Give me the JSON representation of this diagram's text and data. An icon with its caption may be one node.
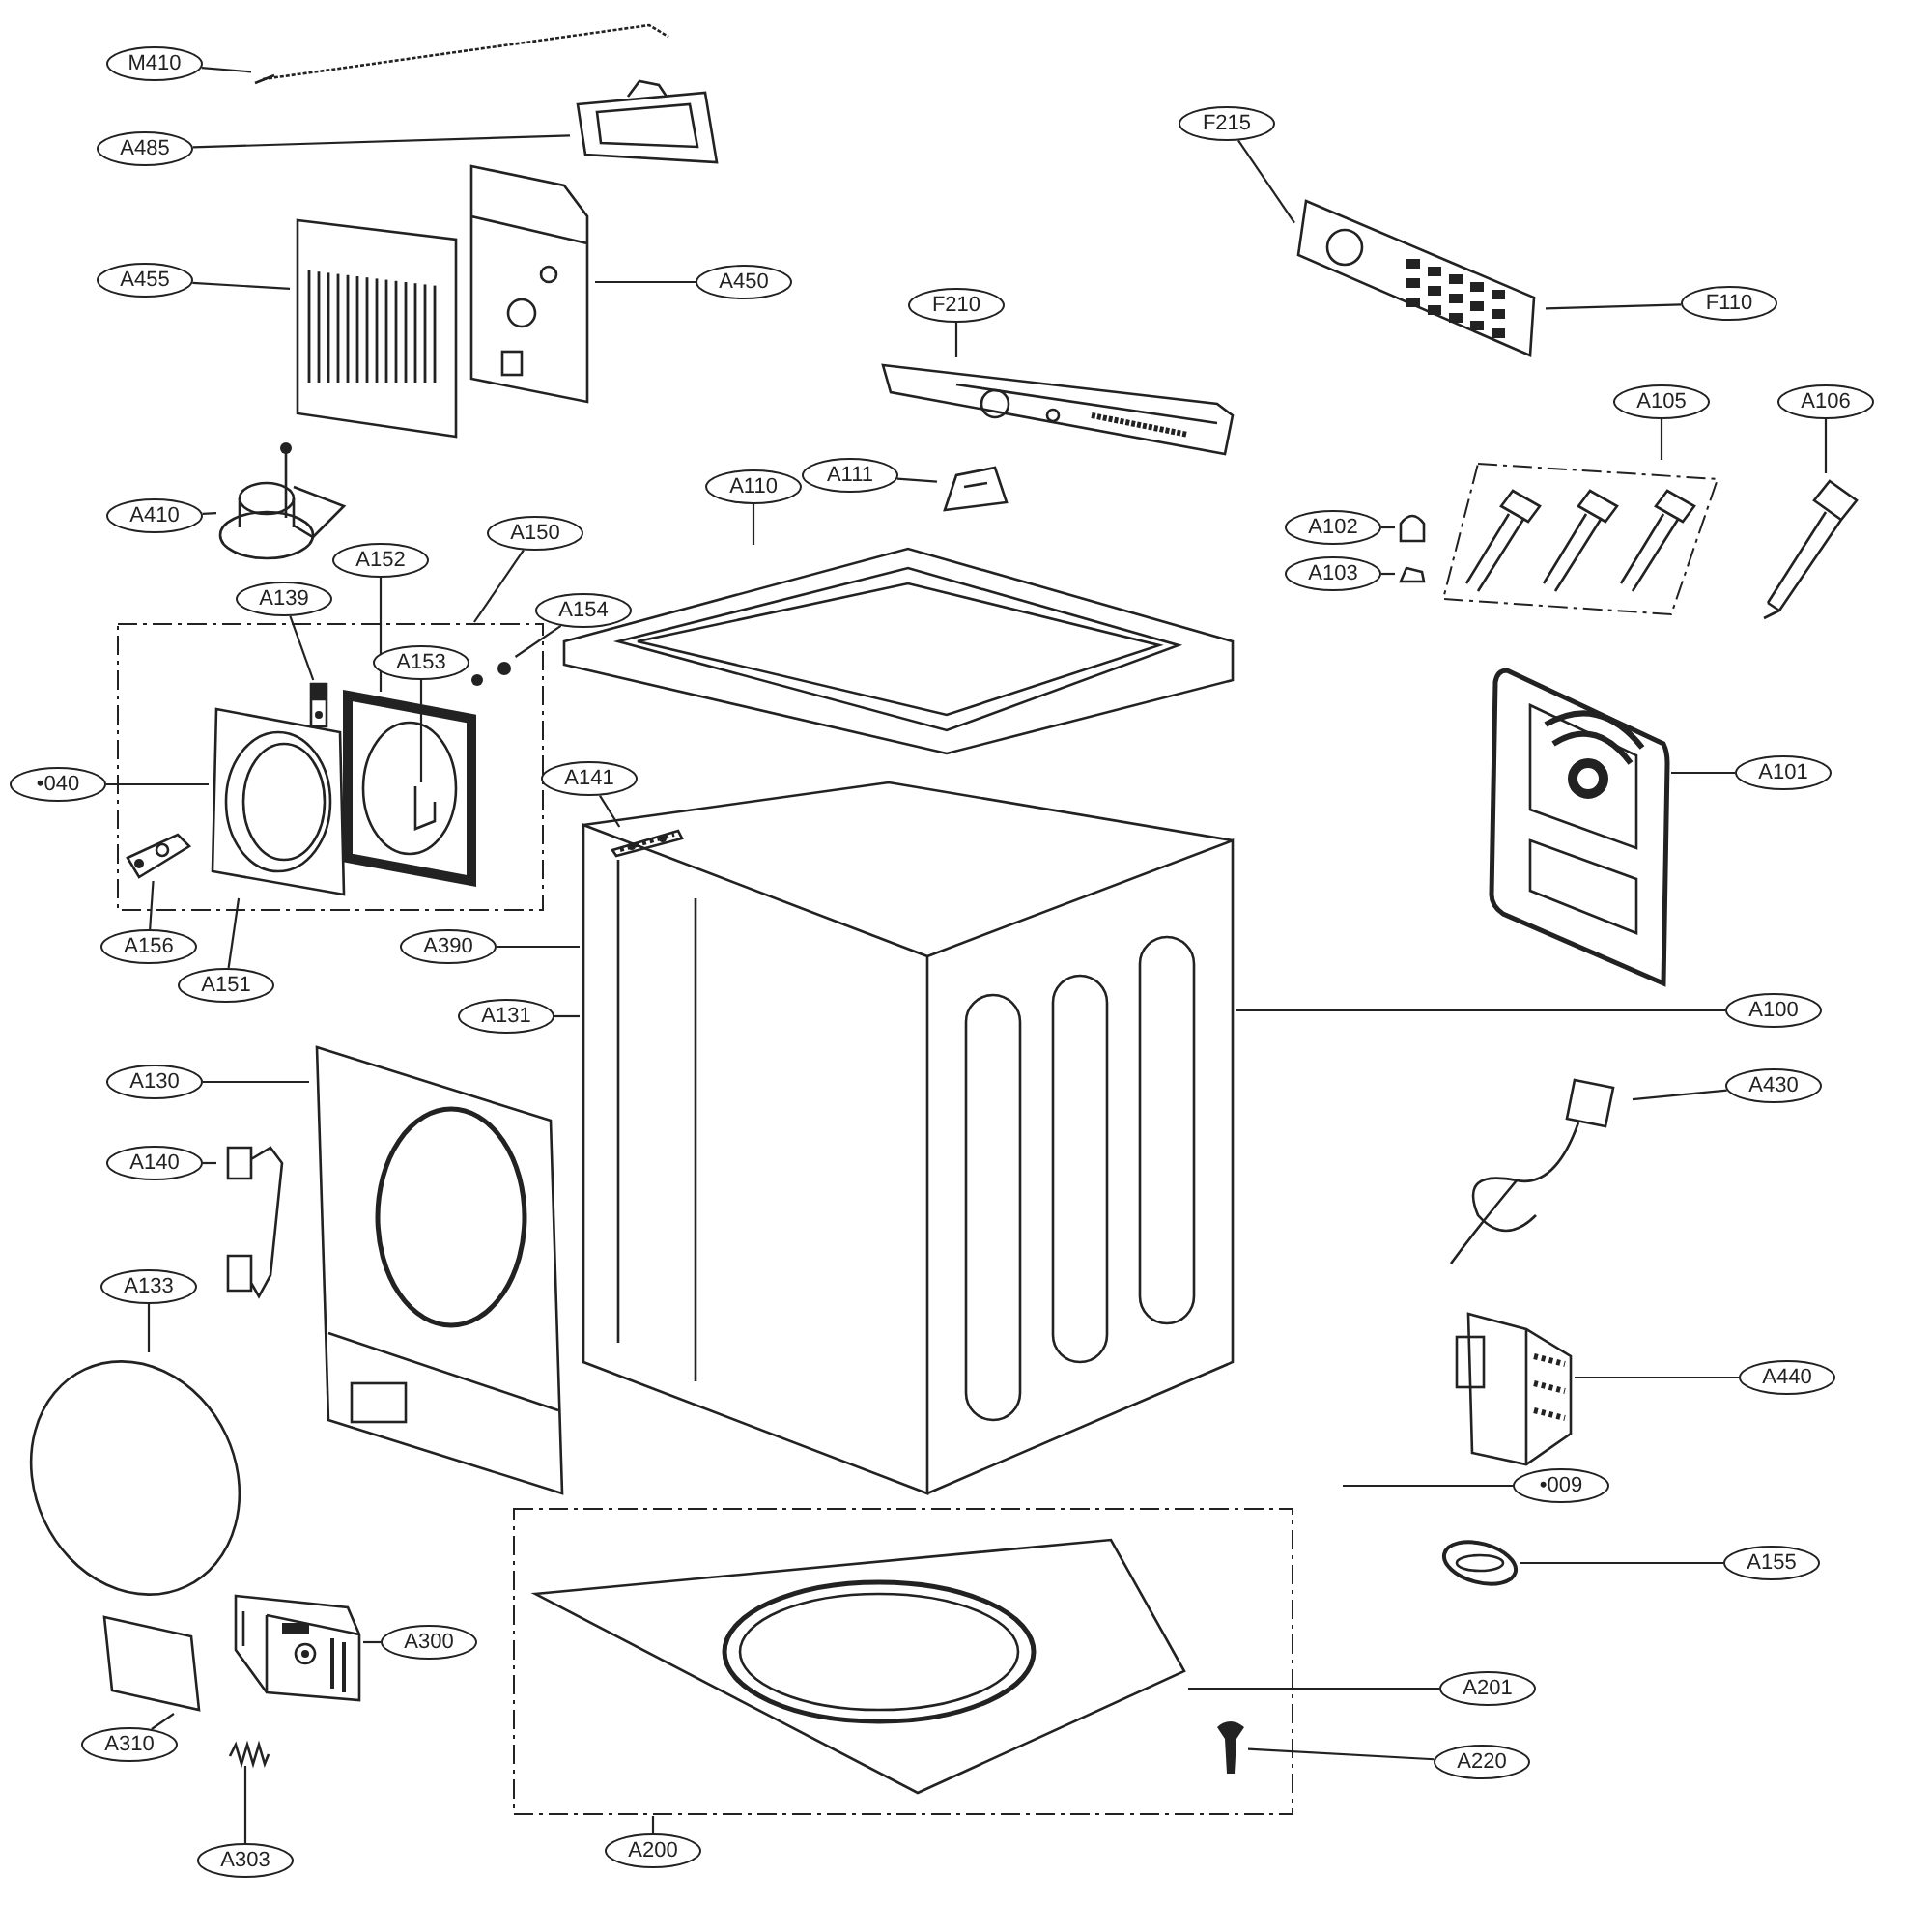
{
  "diagram": {
    "nodes": [
      {
        "text": [
          "M410"
        ]
      },
      {
        "text": [
          "A485"
        ]
      },
      {
        "text": [
          "F215"
        ]
      },
      {
        "text": [
          "A455"
        ]
      },
      {
        "text": [
          "A450"
        ]
      },
      {
        "text": [
          "F110"
        ]
      },
      {
        "text": [
          "F210"
        ]
      },
      {
        "text": [
          "A105"
        ]
      },
      {
        "text": [
          "A106"
        ]
      },
      {
        "text": [
          "A111"
        ]
      },
      {
        "text": [
          "A110"
        ]
      },
      {
        "text": [
          "A410"
        ]
      },
      {
        "text": [
          "A150"
        ]
      },
      {
        "text": [
          "A102"
        ]
      },
      {
        "text": [
          "A152"
        ]
      },
      {
        "text": [
          "A103"
        ]
      },
      {
        "text": [
          "A139"
        ]
      },
      {
        "text": [
          "A154"
        ]
      },
      {
        "text": [
          "A153"
        ],
        "in": 51
      },
      {
        "text": [
          "A101"
        ]
      },
      {
        "text": [
          "A141"
        ]
      },
      {
        "text": [
          "•040"
        ]
      },
      {
        "text": [
          "A156"
        ]
      },
      {
        "text": [
          "A390"
        ]
      },
      {
        "text": [
          "A151"
        ]
      },
      {
        "text": [
          "A131"
        ]
      },
      {
        "text": [
          "A100"
        ]
      },
      {
        "text": [
          "A130"
        ]
      },
      {
        "text": [
          "A430"
        ]
      },
      {
        "text": [
          "A140"
        ]
      },
      {
        "text": [
          "A133"
        ]
      },
      {
        "text": [
          "A440"
        ]
      },
      {
        "text": [
          "•009"
        ]
      },
      {
        "text": [
          "A155"
        ]
      },
      {
        "text": [
          "A300"
        ]
      },
      {
        "text": [
          "A201"
        ]
      },
      {
        "text": [
          "A310"
        ]
      },
      {
        "text": [
          "A220"
        ]
      },
      {
        "text": [
          "A200"
        ]
      },
      {
        "text": [
          "A303"
        ]
      },
      {
        "text": [],
        "shape": "picture"
      },
      {
        "text": [],
        "shape": "picture"
      },
      {
        "text": [],
        "shape": "picture"
      },
      {
        "text": [],
        "shape": "picture"
      },
      {
        "text": [],
        "shape": "picture"
      },
      {
        "text": [],
        "shape": "picture"
      },
      {
        "text": [],
        "shape": "box"
      },
      {
        "text": [],
        "shape": "picture"
      },
      {
        "text": [],
        "shape": "picture"
      },
      {
        "text": [],
        "shape": "picture"
      },
      {
        "text": [],
        "shape": "picture"
      },
      {
        "text": [],
        "shape": "box"
      },
      {
        "text": [],
        "shape": "picture"
      },
      {
        "text": [],
        "shape": "picture",
        "in": 51
      },
      {
        "text": [],
        "shape": "picture"
      },
      {
        "text": [],
        "shape": "picture",
        "in": 51
      },
      {
        "text": [],
        "shape": "picture",
        "in": 51
      },
      {
        "text": [],
        "shape": "picture",
        "in": 53
      },
      {
        "text": [],
        "shape": "picture"
      },
      {
        "text": [],
        "shape": "picture",
        "in": 62
      },
      {
        "text": [],
        "shape": "picture",
        "in": 51
      },
      {
        "text": [],
        "shape": "picture",
        "in": 51
      },
      {
        "text": [],
        "shape": "picture"
      },
      {
        "text": [],
        "shape": "picture"
      },
      {
        "text": [],
        "shape": "picture"
      },
      {
        "text": [],
        "shape": "picture"
      },
      {
        "text": [],
        "shape": "circle"
      },
      {
        "text": [],
        "shape": "picture"
      },
      {
        "text": [],
        "shape": "picture"
      },
      {
        "text": [],
        "shape": "picture"
      },
      {
        "text": [],
        "shape": "picture"
      },
      {
        "text": [],
        "shape": "picture"
      },
      {
        "text": [],
        "shape": "box"
      },
      {
        "text": [],
        "shape": "picture",
        "in": 72
      },
      {
        "text": [],
        "shape": "picture",
        "in": 72
      }
    ],
    "edges": [
      {
        "from": 0,
        "to": 40,
        "arrow": "none"
      },
      {
        "from": 1,
        "to": 41,
        "arrow": "none"
      },
      {
        "from": 2,
        "to": 42,
        "arrow": "none"
      },
      {
        "from": 3,
        "to": 43,
        "arrow": "none"
      },
      {
        "from": 4,
        "to": 44,
        "arrow": "none"
      },
      {
        "from": 5,
        "to": 42,
        "arrow": "none"
      },
      {
        "from": 6,
        "to": 45,
        "arrow": "none"
      },
      {
        "from": 7,
        "to": 46,
        "arrow": "none"
      },
      {
        "from": 8,
        "to": 47,
        "arrow": "none"
      },
      {
        "from": 9,
        "to": 48,
        "arrow": "none"
      },
      {
        "from": 10,
        "to": 49,
        "arrow": "none"
      },
      {
        "from": 11,
        "to": 50,
        "arrow": "none"
      },
      {
        "from": 12,
        "to": 51,
        "arrow": "none"
      },
      {
        "from": 13,
        "to": 52,
        "arrow": "none"
      },
      {
        "from": 14,
        "to": 53,
        "arrow": "none"
      },
      {
        "from": 15,
        "to": 54,
        "arrow": "none"
      },
      {
        "from": 16,
        "to": 55,
        "arrow": "none"
      },
      {
        "from": 17,
        "to": 56,
        "arrow": "none"
      },
      {
        "from": 18,
        "to": 57,
        "arrow": "none"
      },
      {
        "from": 19,
        "to": 58,
        "arrow": "none"
      },
      {
        "from": 20,
        "to": 59,
        "arrow": "none"
      },
      {
        "from": 21,
        "to": 60,
        "arrow": "none"
      },
      {
        "from": 22,
        "to": 61,
        "arrow": "none"
      },
      {
        "from": 23,
        "to": 62,
        "arrow": "none"
      },
      {
        "from": 24,
        "to": 60,
        "arrow": "none"
      },
      {
        "from": 25,
        "to": 62,
        "arrow": "none"
      },
      {
        "from": 26,
        "to": 62,
        "arrow": "none"
      },
      {
        "from": 27,
        "to": 63,
        "arrow": "none"
      },
      {
        "from": 28,
        "to": 64,
        "arrow": "none"
      },
      {
        "from": 29,
        "to": 65,
        "arrow": "none"
      },
      {
        "from": 30,
        "to": 66,
        "arrow": "none"
      },
      {
        "from": 31,
        "to": 67,
        "arrow": "none"
      },
      {
        "from": 32,
        "to": null,
        "arrow": "none"
      },
      {
        "from": 33,
        "to": 68,
        "arrow": "none"
      },
      {
        "from": 34,
        "to": 69,
        "arrow": "none"
      },
      {
        "from": 35,
        "to": 73,
        "arrow": "none"
      },
      {
        "from": 36,
        "to": 70,
        "arrow": "none"
      },
      {
        "from": 37,
        "to": 74,
        "arrow": "none"
      },
      {
        "from": 38,
        "to": 72,
        "arrow": "none"
      },
      {
        "from": 39,
        "to": 71,
        "arrow": "none"
      }
    ]
  }
}
